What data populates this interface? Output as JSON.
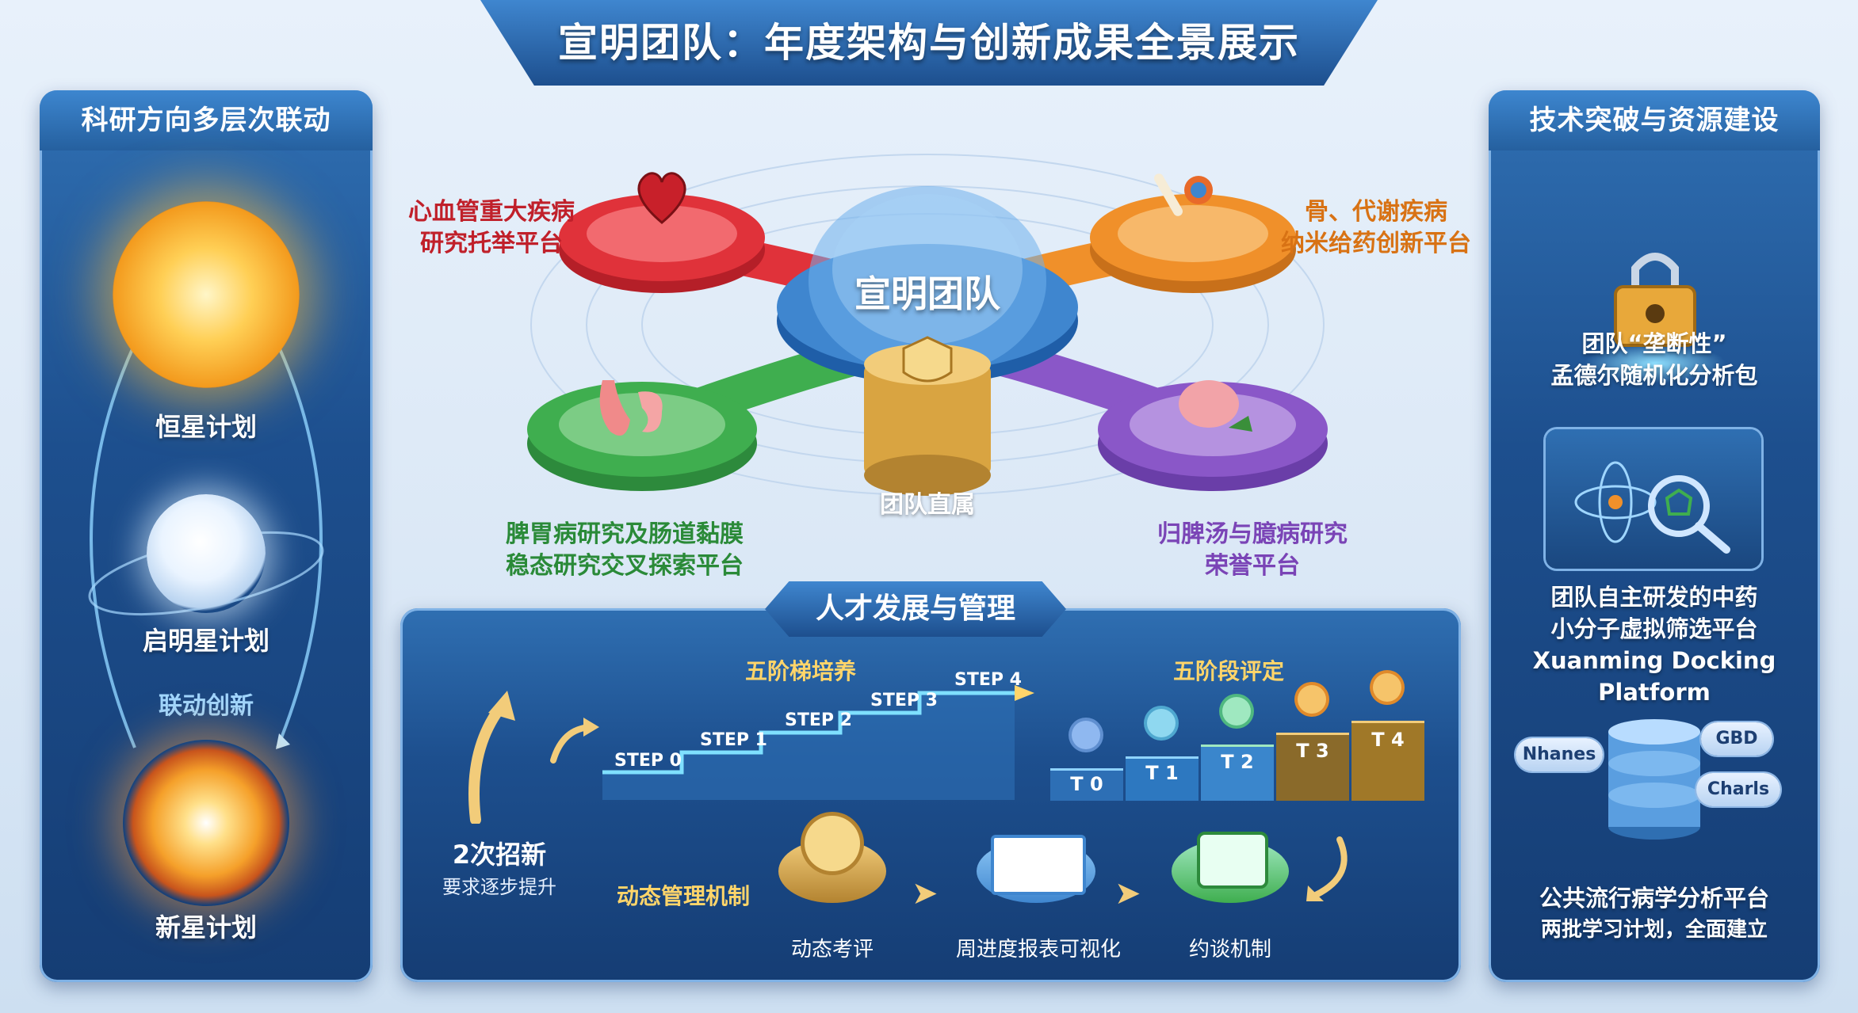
{
  "title": "宣明团队：年度架构与创新成果全景展示",
  "left_panel": {
    "header": "科研方向多层次联动",
    "items": [
      {
        "label": "恒星计划"
      },
      {
        "label": "启明星计划"
      },
      {
        "label": "新星计划"
      }
    ],
    "center_label": "联动创新"
  },
  "hub": {
    "center": "宣明团队",
    "direct": "团队直属",
    "platforms": {
      "top_left": [
        "心血管重大疾病",
        "研究托举平台"
      ],
      "top_right": [
        "骨、代谢疾病",
        "纳米给药创新平台"
      ],
      "bottom_left": [
        "脾胃病研究及肠道黏膜",
        "稳态研究交叉探索平台"
      ],
      "bottom_right": [
        "归脾汤与臆病研究",
        "荣誉平台"
      ]
    }
  },
  "talent": {
    "header": "人才发展与管理",
    "ladder_title": "五阶梯培养",
    "steps": [
      "STEP 0",
      "STEP 1",
      "STEP 2",
      "STEP 3",
      "STEP 4"
    ],
    "eval_title": "五阶段评定",
    "tiers": [
      "T 0",
      "T 1",
      "T 2",
      "T 3",
      "T 4"
    ],
    "recruit_title": "2次招新",
    "recruit_sub": "要求逐步提升",
    "mechanism_label": "动态管理机制",
    "mechanism_items": [
      "动态考评",
      "周进度报表可视化",
      "约谈机制"
    ]
  },
  "right_panel": {
    "header": "技术突破与资源建设",
    "block1": [
      "团队“垄断性”",
      "孟德尔随机化分析包"
    ],
    "block2": [
      "团队自主研发的中药",
      "小分子虚拟筛选平台",
      "Xuanming Docking Platform"
    ],
    "db_pills": [
      "Nhanes",
      "GBD",
      "Charls"
    ],
    "block3": [
      "公共流行病学分析平台",
      "两批学习计划，全面建立"
    ]
  },
  "colors": {
    "panel_blue": "#1d4f8e",
    "red": "#e0323a",
    "orange": "#f0902a",
    "green": "#3fae4f",
    "purple": "#8a57c8",
    "gold": "#d9a441"
  }
}
